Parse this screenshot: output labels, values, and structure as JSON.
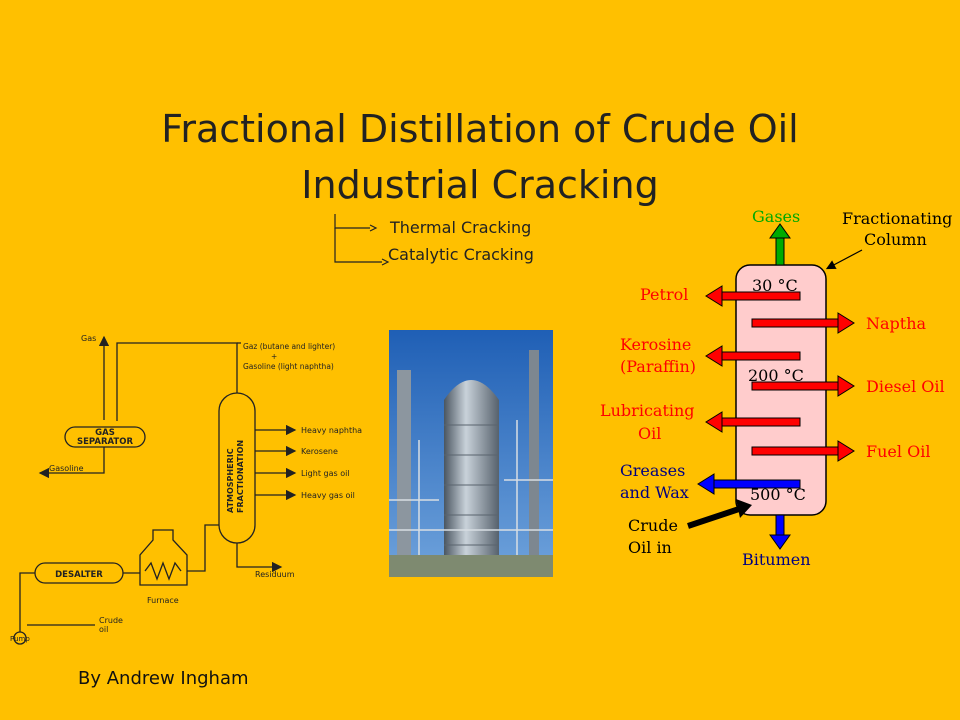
{
  "title": {
    "line1": "Fractional Distillation of Crude Oil",
    "line2": "Industrial Cracking"
  },
  "cracking_types": [
    "Thermal Cracking",
    "Catalytic Cracking"
  ],
  "author": "By Andrew Ingham",
  "process_flow": {
    "gas_out": "Gas",
    "gas_separator": [
      "GAS",
      "SEPARATOR"
    ],
    "gasoline": "Gasoline",
    "top_product": [
      "Gaz (butane and lighter)",
      "+",
      "Gasoline (light naphtha)"
    ],
    "column": [
      "ATMOSPHERIC",
      "FRACTIONATION"
    ],
    "side_products": [
      "Heavy naphtha",
      "Kerosene",
      "Light gas oil",
      "Heavy gas oil"
    ],
    "residuum": "Residuum",
    "desalter": "DESALTER",
    "furnace": "Furnace",
    "pump": "Pump",
    "crude_oil": [
      "Crude",
      "oil"
    ]
  },
  "column_diagram": {
    "gases": "Gases",
    "column_label": [
      "Fractionating",
      "Column"
    ],
    "temperatures": [
      "30 °C",
      "200 °C",
      "500 °C"
    ],
    "left_products": [
      {
        "lines": [
          "Petrol"
        ]
      },
      {
        "lines": [
          "Kerosine",
          "(Paraffin)"
        ]
      },
      {
        "lines": [
          "Lubricating",
          "Oil"
        ]
      },
      {
        "lines": [
          "Greases",
          "and Wax"
        ]
      }
    ],
    "right_products": [
      "Naptha",
      "Diesel Oil",
      "Fuel Oil"
    ],
    "crude_in": [
      "Crude",
      "Oil in"
    ],
    "bitumen": "Bitumen",
    "colors": {
      "red": "#FF0000",
      "green": "#00AA00",
      "blue": "#0000FF",
      "navy": "#000080",
      "column": "#FFCCCC"
    }
  }
}
